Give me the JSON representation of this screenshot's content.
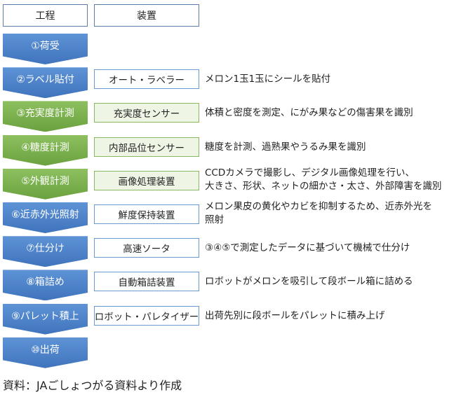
{
  "headers": {
    "process": "工程",
    "device": "装置"
  },
  "steps": [
    {
      "label": "①荷受",
      "device": "",
      "desc": []
    },
    {
      "label": "②ラベル貼付",
      "device": "オート・ラベラー",
      "desc": [
        "メロン1玉1玉にシールを貼付"
      ]
    },
    {
      "label": "③充実度計測",
      "device": "充実度センサー",
      "desc": [
        "体積と密度を測定、にがみ果などの傷害果を識別"
      ]
    },
    {
      "label": "④糖度計測",
      "device": "内部品位センサー",
      "desc": [
        "糖度を計測、過熟果やうるみ果を識別"
      ]
    },
    {
      "label": "⑤外観計測",
      "device": "画像処理装置",
      "desc": [
        "CCDカメラで撮影し、デジタル画像処理を行い、",
        "大きさ、形状、ネットの細かさ・太さ、外部障害を識別"
      ]
    },
    {
      "label": "⑥近赤外光照射",
      "device": "鮮度保持装置",
      "desc": [
        "メロン果皮の黄化やカビを抑制するため、近赤外光を",
        "照射"
      ]
    },
    {
      "label": "⑦仕分け",
      "device": "高速ソータ",
      "desc": [
        "③④⑤で測定したデータに基づいて機械で仕分け"
      ]
    },
    {
      "label": "⑧箱詰め",
      "device": "自動箱詰装置",
      "desc": [
        "ロボットがメロンを吸引して段ボール箱に詰める"
      ]
    },
    {
      "label": "⑨パレット積上",
      "device": "ロボット・パレタイザー",
      "desc": [
        "出荷先別に段ボールをパレットに積み上げ"
      ]
    },
    {
      "label": "⑩出荷",
      "device": "",
      "desc": []
    }
  ],
  "step_colors": [
    "blue",
    "blue",
    "green",
    "green",
    "green",
    "blue",
    "blue",
    "blue",
    "blue",
    "blue"
  ],
  "source": "資料：JAごしょつがる資料より作成"
}
